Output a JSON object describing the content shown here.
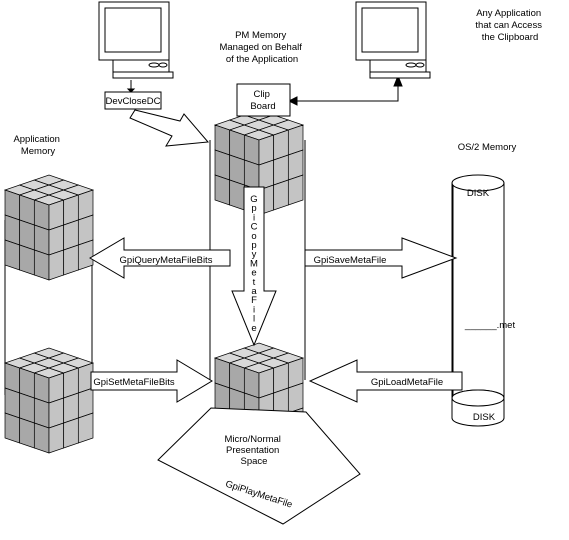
{
  "title_pm_memory": [
    "PM Memory",
    "Managed on Behalf",
    "of the Application"
  ],
  "title_any_app": [
    "Any Application",
    "that can Access",
    "the Clipboard"
  ],
  "title_app_memory": [
    "Application",
    "Memory"
  ],
  "title_os2_memory": "OS/2 Memory",
  "clipboard_label": [
    "Clip",
    "Board"
  ],
  "dev_close_dc": "DevCloseDC",
  "arrows": {
    "query_metafile_bits": "GpiQueryMetaFileBits",
    "save_metafile": "GpiSaveMetaFile",
    "set_metafile_bits": "GpiSetMetaFileBits",
    "load_metafile": "GpiLoadMetaFile",
    "copy_metafile": [
      "G",
      "p",
      "i",
      "C",
      "o",
      "p",
      "y",
      "M",
      "e",
      "t",
      "a",
      "F",
      "i",
      "l",
      "e"
    ],
    "play_metafile": "GpiPlayMetaFile"
  },
  "disk_top": "DISK",
  "disk_bottom": "DISK",
  "met_file": "______.met",
  "presentation_space": [
    "Micro/Normal",
    "Presentation",
    "Space"
  ],
  "colors": {
    "cube_top": "#d8d8d8",
    "cube_left": "#a8a8a8",
    "cube_right": "#c4c4c4",
    "line": "#000000"
  }
}
